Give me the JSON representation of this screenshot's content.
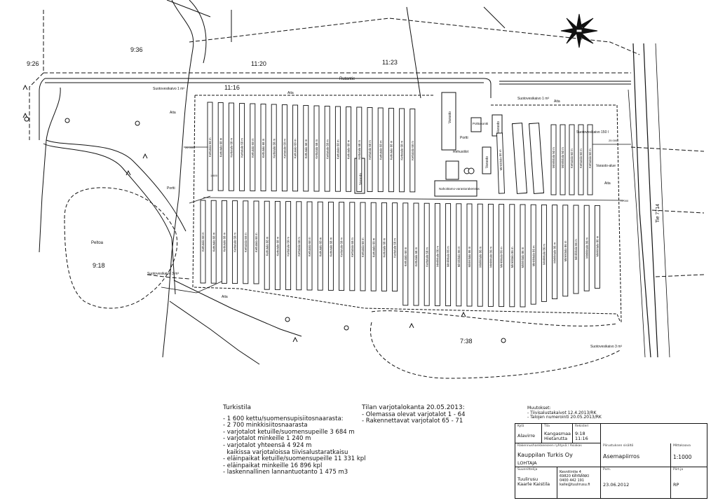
{
  "map": {
    "road_label": "Rutantie",
    "highway_label": "Tie 7714",
    "area_label": "Peltoa",
    "parcels": [
      "9:36",
      "9:26",
      "11:20",
      "11:23",
      "11:16",
      "9:18",
      "7:38"
    ],
    "fence_labels": [
      "Aita",
      "Aita",
      "Aita",
      "Aita",
      "Aita"
    ],
    "gate_labels": [
      "Portti",
      "Portti"
    ],
    "tanks": [
      "Suotovesikaivo 1 m³",
      "Suotovesikaivo 1 m³",
      "Suotovesikaivo 150 l",
      "Suotovesikaivo 3 m³",
      "Suotovesikaivo 3 m³"
    ],
    "buildings": {
      "warehouse_a": "Varasto",
      "warehouse_b": "Varasto",
      "warehouse_c": "Varasto",
      "warehouse_d": "Varasto",
      "fuel": "Polttokontti",
      "feed": "Rehusiilot",
      "feed_storage": "Nahoittamo-varastorakennus",
      "storage_area": "Varasto-alue"
    },
    "shed_label_fox": "Kettutalo 68 m",
    "shed_label_mink": "Minkkitalo 86 m",
    "shed_label_mink_short": "Minkkitalo 50 m",
    "shed_label_new": "Kettutalo 60 m",
    "small_values": [
      "1 600",
      "26 000",
      "25 000",
      "75 000"
    ]
  },
  "notes_left": {
    "title": "Turkistila",
    "lines": [
      "- 1 600 kettu/suomensupisiitosnaarasta:",
      "- 2 700 minkkisiitosnaarasta",
      "",
      "- varjotalot ketuille/suomensupeille 3 684 m",
      "- varjotalot minkeille 1 240 m",
      "- varjotalot yhteensä 4 924 m",
      "  kaikissa varjotaloissa tiivisalustaratkaisu",
      "",
      "- eläinpaikat ketuille/suomensupeille 11 331 kpl",
      "- eläinpaikat minkeille 16 896 kpl",
      "",
      "- laskennallinen lannantuotanto 1 475 m3"
    ]
  },
  "notes_mid": {
    "title": "Tilan varjotalokanta 20.05.2013:",
    "lines": [
      "- Olemassa olevat varjotalot 1 - 64",
      "- Rakennettavat varjotalot 65 - 71"
    ]
  },
  "revisions": {
    "title": "Muutokset:",
    "lines": [
      "- Tiivisalustakaivot 12.4.2013/RK",
      "- Talojen numerointi 20.05.2013/RK"
    ]
  },
  "title_block": {
    "k_municipality": "Kylä",
    "v_municipality": "Alavirre",
    "k_estate": "Tila",
    "v_estate": "Kangasmaa\nHietarutta",
    "k_rn": "Rekisteri",
    "v_rn": "9:18\n11:16",
    "k_client": "Rakennushankkeeseen ryhtyvä / Asiakas",
    "v_client": "Kauppilan Turkis Oy",
    "v_place": "LOHTAJA",
    "k_drawing": "Piirustuksen sisältö",
    "v_drawing": "Asemapiirros",
    "k_scale": "Mittakaava",
    "v_scale": "1:1000",
    "k_designer": "Suunnittelija",
    "v_designer": "Tuulirusu\nKaarle Kaistila",
    "v_contact": "Kesnitintie 4\n69820 KÄYRÄNKI\n0400 442 191\nkalle@tuulirusu.fi",
    "k_date": "Pvm.",
    "v_date": "23.06.2012",
    "k_drawnby": "Piirt.ja",
    "v_drawnby": "RP"
  },
  "colors": {
    "ink": "#111111",
    "paper": "#ffffff"
  }
}
